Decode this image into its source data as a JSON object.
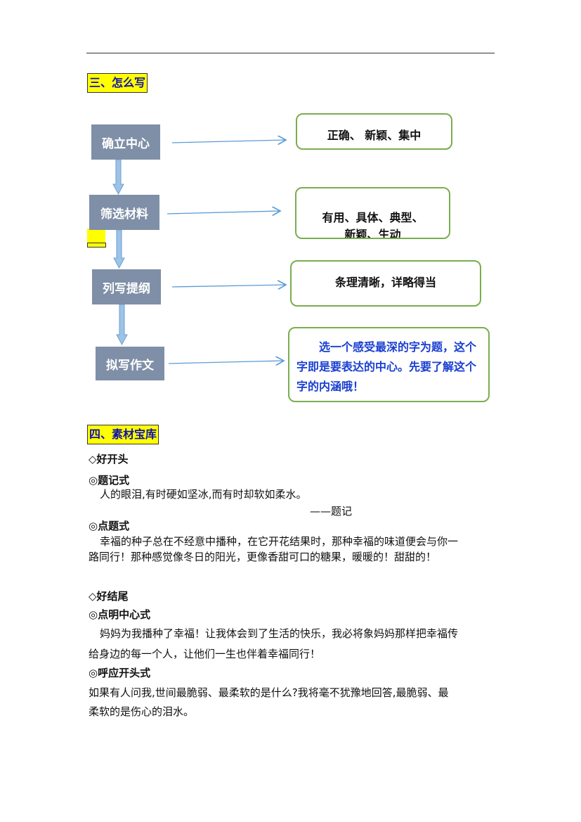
{
  "section3": {
    "title": "三、怎么写"
  },
  "flow": [
    {
      "step": "确立中心",
      "note": "正确、 新颖、集中"
    },
    {
      "step": "筛选材料",
      "note": "有用、具体、典型、",
      "note2": "新颖、生动"
    },
    {
      "step": "列写提纲",
      "note": "条理清晰，详略得当"
    },
    {
      "step": "拟写作文",
      "note": "选一个感受最深的字为题，这个字即是要表达的中心。先要了解这个字的内涵哦！"
    }
  ],
  "section4": {
    "title": "四、素材宝库"
  },
  "good_start": {
    "heading": "◇好开头",
    "s1": {
      "title": "◎题记式",
      "text": "人的眼泪,有时硬如坚冰,而有时却软如柔水。",
      "attrib": "——题记"
    },
    "s2": {
      "title": "◎点题式",
      "line1": "幸福的种子总在不经意中播种，在它开花结果时，那种幸福的味道便会与你一",
      "line2": "路同行！那种感觉像冬日的阳光，更像香甜可口的糖果，暖暖的！甜甜的！"
    }
  },
  "good_end": {
    "heading": "◇好结尾",
    "s1": {
      "title": "◎点明中心式",
      "line1": "妈妈为我播种了幸福！让我体会到了生活的快乐，我必将象妈妈那样把幸福传",
      "line2": "给身边的每一个人，让他们一生也伴着幸福同行！"
    },
    "s2": {
      "title": "◎呼应开头式",
      "line1": "如果有人问我,世间最脆弱、最柔软的是什么?我将毫不犹豫地回答,最脆弱、最",
      "line2": "柔软的是伤心的泪水。"
    }
  }
}
